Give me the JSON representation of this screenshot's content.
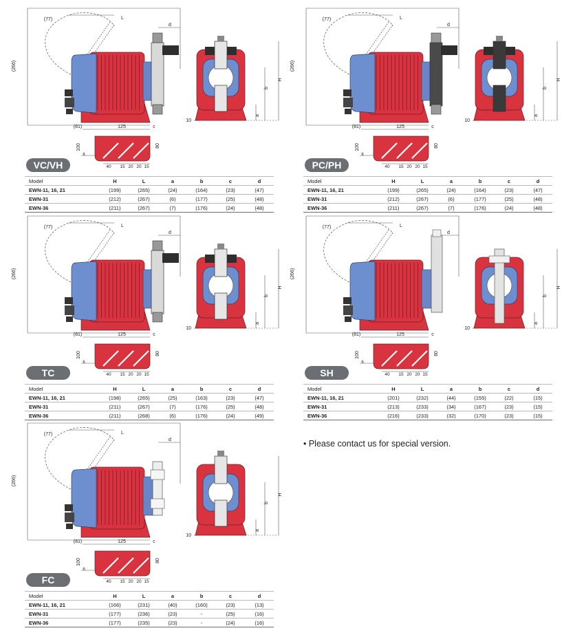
{
  "dims": {
    "arc": "(77)",
    "L": "L",
    "d": "d",
    "height_total": "(266)",
    "rear": "(81)",
    "body": "125",
    "c": "c",
    "H": "H",
    "b": "b",
    "a": "a",
    "h100": "100",
    "ten": "10",
    "base_h": "100",
    "base_6": "6",
    "base_80": "80",
    "s40": "40",
    "s15a": "15",
    "s20a": "20",
    "s20b": "20",
    "s15b": "15"
  },
  "columns": [
    "Model",
    "H",
    "L",
    "a",
    "b",
    "c",
    "d"
  ],
  "panels": [
    {
      "label": "VC/VH",
      "rows": [
        [
          "EWN-11, 16, 21",
          "(199)",
          "(265)",
          "(24)",
          "(164)",
          "(23)",
          "(47)"
        ],
        [
          "EWN-31",
          "(212)",
          "(267)",
          "(6)",
          "(177)",
          "(25)",
          "(48)"
        ],
        [
          "EWN-36",
          "(211)",
          "(267)",
          "(7)",
          "(176)",
          "(24)",
          "(48)"
        ]
      ]
    },
    {
      "label": "PC/PH",
      "rows": [
        [
          "EWN-11, 16, 21",
          "(199)",
          "(265)",
          "(24)",
          "(164)",
          "(23)",
          "(47)"
        ],
        [
          "EWN-31",
          "(212)",
          "(267)",
          "(6)",
          "(177)",
          "(25)",
          "(48)"
        ],
        [
          "EWN-36",
          "(211)",
          "(267)",
          "(7)",
          "(176)",
          "(24)",
          "(48)"
        ]
      ]
    },
    {
      "label": "TC",
      "rows": [
        [
          "EWN-11, 16, 21",
          "(198)",
          "(265)",
          "(25)",
          "(163)",
          "(23)",
          "(47)"
        ],
        [
          "EWN-31",
          "(211)",
          "(267)",
          "(7)",
          "(176)",
          "(25)",
          "(48)"
        ],
        [
          "EWN-36",
          "(211)",
          "(268)",
          "(6)",
          "(176)",
          "(24)",
          "(49)"
        ]
      ]
    },
    {
      "label": "SH",
      "rows": [
        [
          "EWN-11, 16, 21",
          "(201)",
          "(232)",
          "(44)",
          "(155)",
          "(22)",
          "(15)"
        ],
        [
          "EWN-31",
          "(213)",
          "(233)",
          "(34)",
          "(167)",
          "(23)",
          "(15)"
        ],
        [
          "EWN-36",
          "(216)",
          "(233)",
          "(32)",
          "(170)",
          "(23)",
          "(15)"
        ]
      ]
    },
    {
      "label": "FC",
      "rows": [
        [
          "EWN-11, 16, 21",
          "(166)",
          "(231)",
          "(40)",
          "(160)",
          "(23)",
          "(13)"
        ],
        [
          "EWN-31",
          "(177)",
          "(236)",
          "(23)",
          "-",
          "(25)",
          "(16)"
        ],
        [
          "EWN-36",
          "(177)",
          "(235)",
          "(23)",
          "-",
          "(24)",
          "(16)"
        ]
      ]
    }
  ],
  "note": "• Please contact us for special version.",
  "colors": {
    "pump_red": "#d8333f",
    "pump_blue": "#6d8fd0",
    "badge": "#6b6f74"
  }
}
